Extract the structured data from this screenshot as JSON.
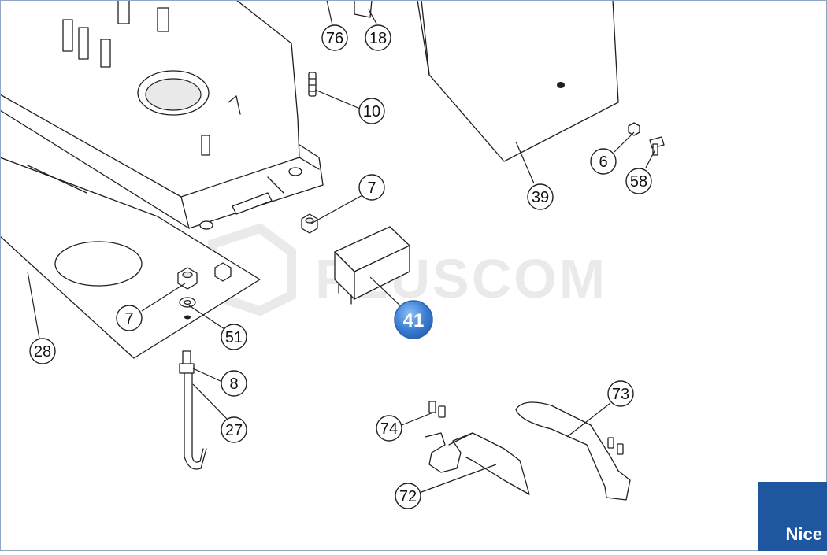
{
  "callouts": [
    {
      "id": "76",
      "label": "76"
    },
    {
      "id": "18",
      "label": "18"
    },
    {
      "id": "10",
      "label": "10"
    },
    {
      "id": "7a",
      "label": "7"
    },
    {
      "id": "7b",
      "label": "7"
    },
    {
      "id": "51",
      "label": "51"
    },
    {
      "id": "28",
      "label": "28"
    },
    {
      "id": "8",
      "label": "8"
    },
    {
      "id": "27",
      "label": "27"
    },
    {
      "id": "39",
      "label": "39"
    },
    {
      "id": "6",
      "label": "6"
    },
    {
      "id": "58",
      "label": "58"
    },
    {
      "id": "74",
      "label": "74"
    },
    {
      "id": "72",
      "label": "72"
    },
    {
      "id": "73",
      "label": "73"
    }
  ],
  "highlighted": {
    "id": "41",
    "label": "41",
    "color": "#3b7fd4"
  },
  "watermark": {
    "text": "PLUSCOM"
  },
  "brand": {
    "text": "Nice",
    "color": "#1e56a0"
  },
  "colors": {
    "line": "#1f1f1f",
    "frame": "#8fa6c4"
  }
}
